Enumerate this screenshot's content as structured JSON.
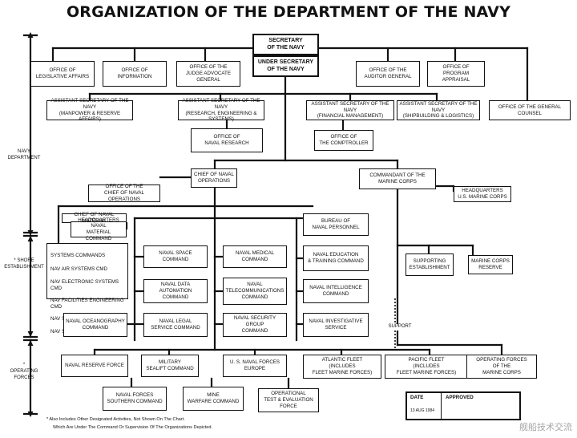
{
  "title": "ORGANIZATION OF THE DEPARTMENT OF THE NAVY",
  "side_labels": {
    "navy_department": "NAVY\nDEPARTMENT",
    "shore": "* SHORE\nESTABLISHMENT",
    "operating": "*\nOPERATING\nFORCES"
  },
  "boxes": {
    "secnav": "SECRETARY\nOF THE NAVY",
    "undersec": "UNDER SECRETARY\nOF THE NAVY",
    "legislative": "OFFICE OF\nLEGISLATIVE AFFAIRS",
    "information": "OFFICE OF\nINFORMATION",
    "jag": "OFFICE OF THE\nJUDGE ADVOCATE GENERAL",
    "auditor": "OFFICE OF THE\nAUDITOR GENERAL",
    "program": "OFFICE OF\nPROGRAM APPRAISAL",
    "asn_mra": "ASSISTANT SECRETARY OF THE NAVY\n(MANPOWER & RESERVE AFFAIRS)",
    "asn_res": "ASSISTANT SECRETARY OF THE NAVY\n(RESEARCH, ENGINEERING & SYSTEMS)",
    "asn_fm": "ASSISTANT SECRETARY OF THE NAVY\n(FINANCIAL MANAGEMENT)",
    "asn_sl": "ASSISTANT SECRETARY OF THE NAVY\n(SHIPBUILDING & LOGISTICS)",
    "gen_counsel": "OFFICE OF THE GENERAL COUNSEL",
    "onr": "OFFICE OF\nNAVAL RESEARCH",
    "comptroller": "OFFICE OF\nTHE COMPTROLLER",
    "cno": "CHIEF OF NAVAL\nOPERATIONS",
    "opnav": "OFFICE OF THE\nCHIEF OF NAVAL OPERATIONS",
    "cmc": "COMMANDANT OF THE\nMARINE CORPS",
    "hqmc": "HEADQUARTERS\nU.S. MARINE CORPS",
    "cnm": "CHIEF OF NAVAL MATERIAL",
    "hq_material": "HEADQUARTERS NAVAL\nMATERIAL COMMAND",
    "bupers": "BUREAU OF\nNAVAL PERSONNEL",
    "systems_title": "SYSTEMS COMMANDS",
    "naval_space": "NAVAL SPACE\nCOMMAND",
    "naval_medical": "NAVAL MEDICAL\nCOMMAND",
    "naval_education": "NAVAL EDUCATION\n& TRAINING COMMAND",
    "data_automation": "NAVAL DATA AUTOMATION\nCOMMAND",
    "telecom": "NAVAL\nTELECOMMUNICATIONS\nCOMMAND",
    "intelligence": "NAVAL INTELLIGENCE\nCOMMAND",
    "oceanography": "NAVAL OCEANOGRAPHY\nCOMMAND",
    "legal": "NAVAL LEGAL\nSERVICE COMMAND",
    "security_group": "NAVAL SECURITY GROUP\nCOMMAND",
    "investigative": "NAVAL INVESTIGATIVE\nSERVICE",
    "supporting": "SUPPORTING\nESTABLISHMENT",
    "mc_reserve": "MARINE CORPS\nRESERVE",
    "reserve_force": "NAVAL RESERVE FORCE",
    "msc": "MILITARY\nSEALIFT COMMAND",
    "europe": "U. S. NAVAL FORCES\nEUROPE",
    "atlantic": "ATLANTIC FLEET\n(INCLUDES\nFLEET MARINE FORCES)",
    "pacific": "PACIFIC FLEET\n(INCLUDES\nFLEET MARINE FORCES)",
    "opforces_mc": "OPERATING FORCES\nOF THE\nMARINE CORPS",
    "southern": "NAVAL FORCES\nSOUTHERN COMMAND",
    "mine": "MINE\nWARFARE COMMAND",
    "optevfor": "OPERATIONAL\nTEST & EVALUATION\nFORCE"
  },
  "systems_list": [
    "NAV AIR SYSTEMS CMD",
    "NAV ELECTRONIC SYSTEMS CMD",
    "NAV FACILITIES ENGINEERING CMD",
    "NAV SEA SYSTEMS CMD",
    "NAV SUPPLY SYSTEMS CMD"
  ],
  "support_label": "SUPPORT",
  "footnote": [
    "* Also Includes Other Designated Activities, Not Shown On The Chart.",
    "Which Are Under The Command Or Supervision Of The Organizations Depicted."
  ],
  "approval": {
    "date_label": "DATE",
    "date_value": "13 AUG 1984",
    "approved_label": "APPROVED"
  },
  "watermark": "舰船技术交流"
}
